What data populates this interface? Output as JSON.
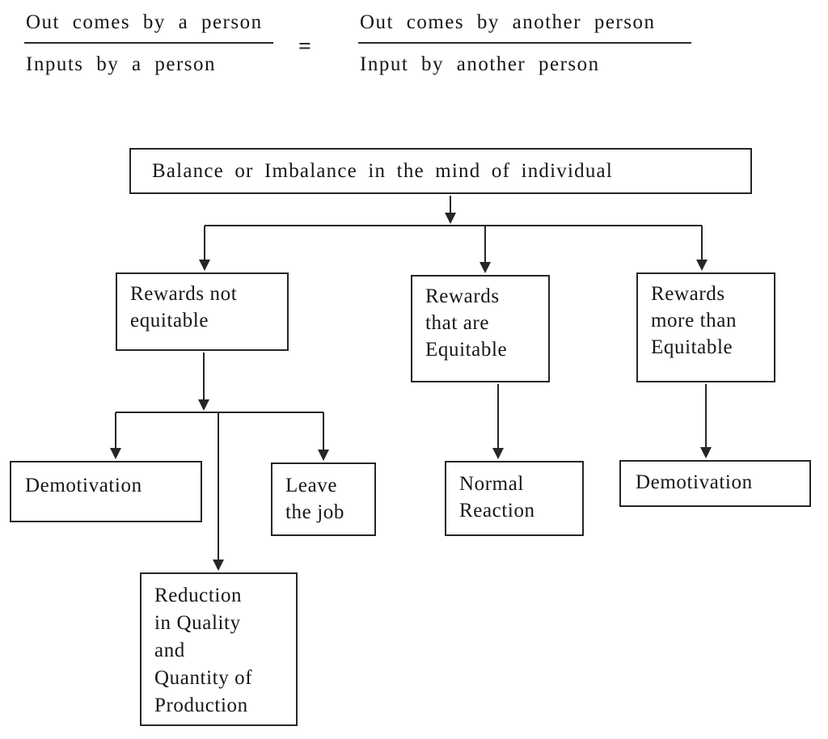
{
  "formula": {
    "left": {
      "numerator": "Out comes by a person",
      "denominator": "Inputs by a person"
    },
    "equals": "=",
    "right": {
      "numerator": "Out comes by another person",
      "denominator": "Input by another person"
    }
  },
  "nodes": {
    "balance": "Balance or Imbalance in the mind of individual",
    "not_equitable": "Rewards not\nequitable",
    "equitable": "Rewards\nthat are\nEquitable",
    "more_equitable": "Rewards\nmore than\nEquitable",
    "demotivation_left": "Demotivation",
    "leave_job": "Leave\nthe job",
    "normal_reaction": "Normal\nReaction",
    "demotivation_right": "Demotivation",
    "reduction": "Reduction\nin Quality\nand\nQuantity of\nProduction"
  },
  "colors": {
    "line": "#262626",
    "text": "#161616",
    "background": "#ffffff"
  }
}
